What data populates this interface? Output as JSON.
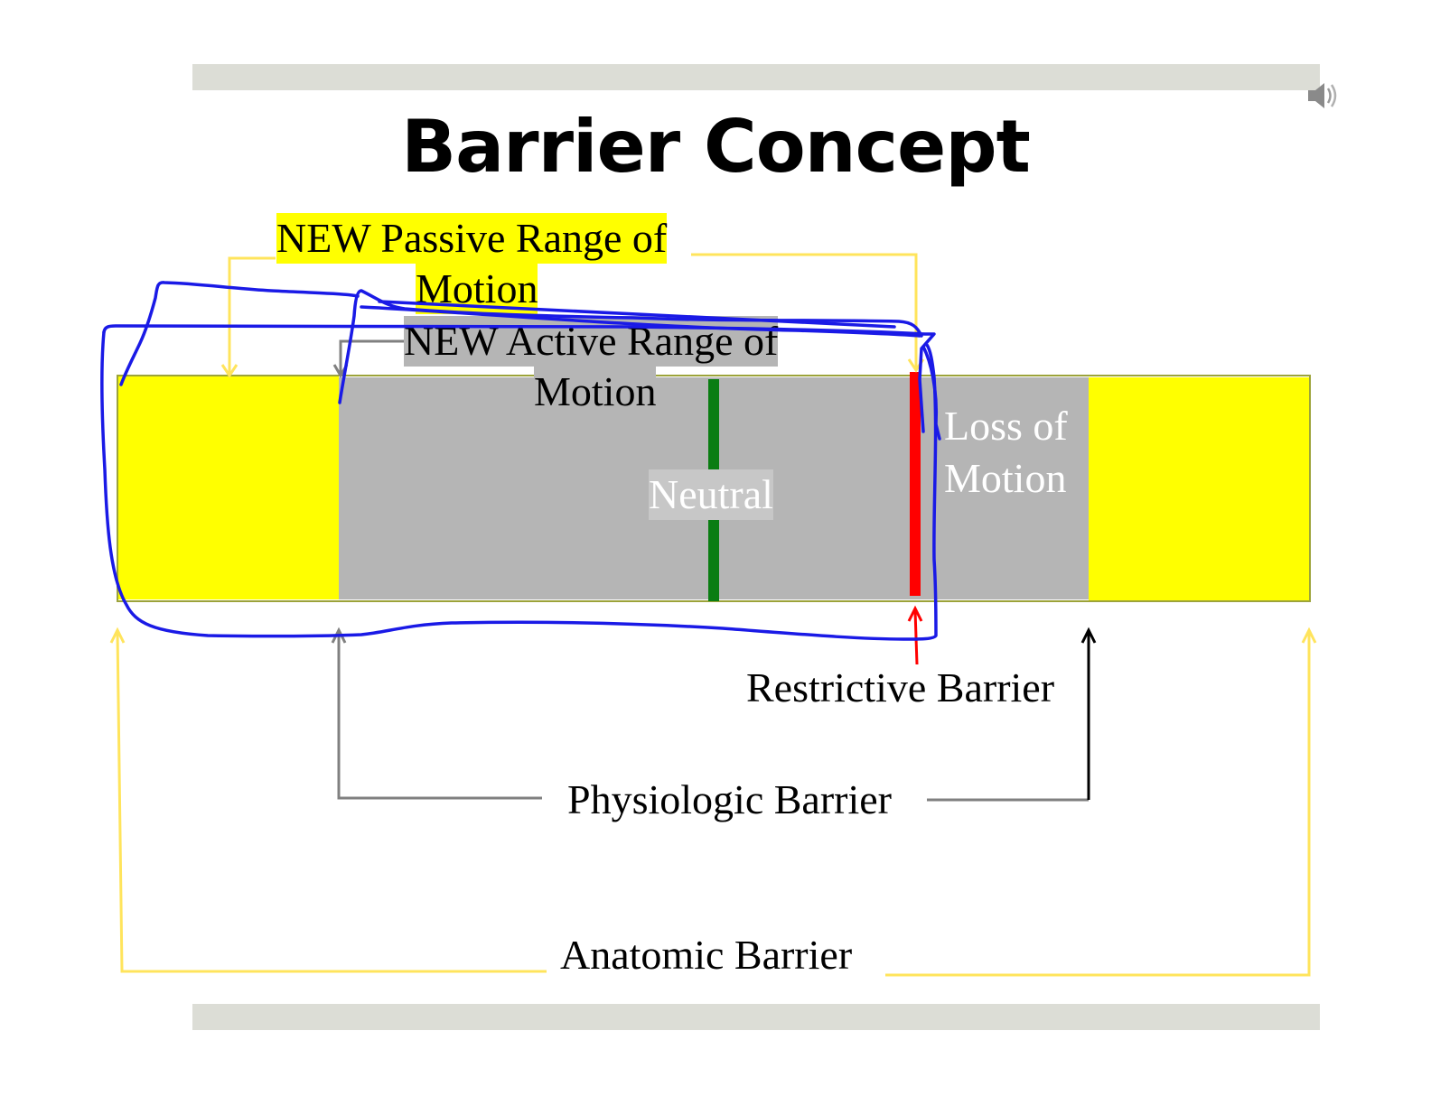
{
  "slide": {
    "title": "Barrier Concept",
    "speaker_icon": "speaker-icon"
  },
  "labels": {
    "passive_rom_line1": "NEW Passive Range of",
    "passive_rom_line2": "Motion",
    "active_rom_line1": "NEW Active Range of",
    "active_rom_line2": "Motion",
    "neutral": "Neutral",
    "loss_of_motion_line1": "Loss of",
    "loss_of_motion_line2": "Motion",
    "restrictive_barrier": "Restrictive Barrier",
    "physiologic_barrier": "Physiologic Barrier",
    "anatomic_barrier": "Anatomic Barrier"
  },
  "colors": {
    "passive_zone": "#ffff00",
    "active_zone": "#b5b5b5",
    "neutral_line": "#0a7d12",
    "restrictive_line": "#ff0000",
    "anatomic_arrows": "#ffe45c",
    "physiologic_arrows": "#808080",
    "annotation_ink": "#1a1ae6"
  }
}
